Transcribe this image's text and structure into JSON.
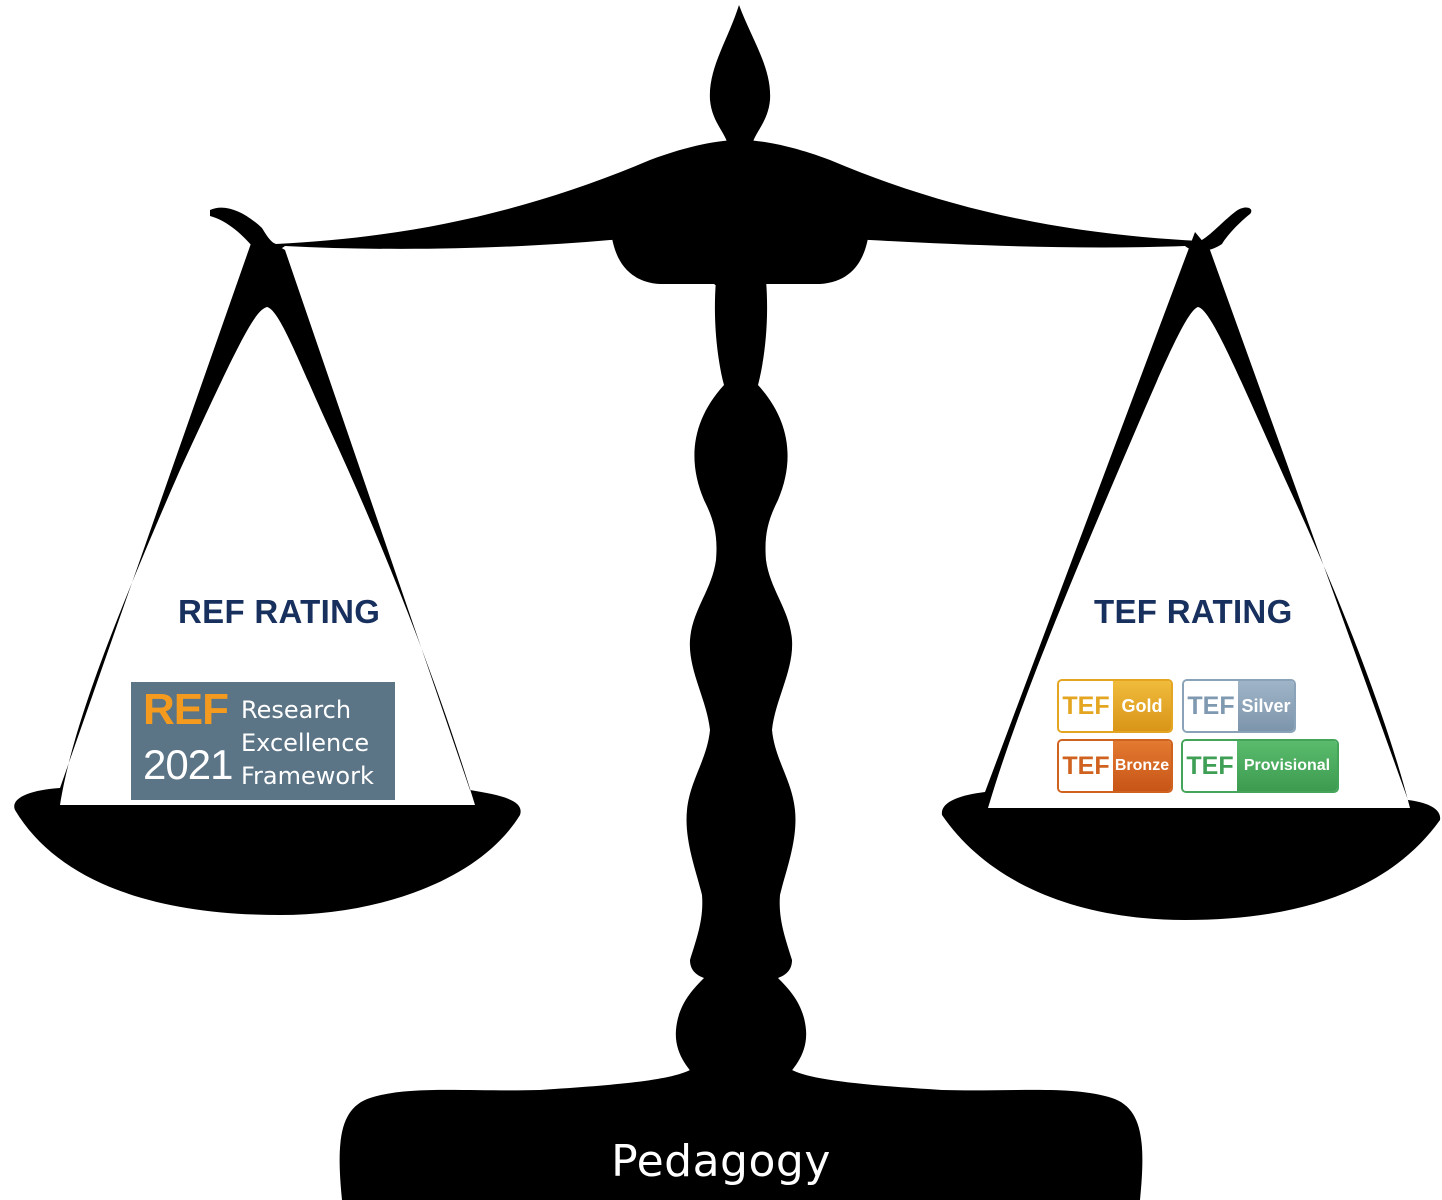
{
  "left_pan": {
    "title": "REF RATING",
    "logo": {
      "acronym": "REF",
      "year": "2021",
      "words": [
        "Research",
        "Excellence",
        "Framework"
      ]
    }
  },
  "right_pan": {
    "title": "TEF RATING",
    "badges": [
      {
        "tef": "TEF",
        "level": "Gold",
        "color": "#e4a520"
      },
      {
        "tef": "TEF",
        "level": "Silver",
        "color": "#8aa3b9"
      },
      {
        "tef": "TEF",
        "level": "Bronze",
        "color": "#d0621f"
      },
      {
        "tef": "TEF",
        "level": "Provisional",
        "color": "#44a55a"
      }
    ]
  },
  "base": {
    "label": "Pedagogy"
  },
  "colors": {
    "silhouette": "#000000",
    "title_text": "#17305e",
    "ref_logo_bg": "#5b7486",
    "ref_logo_accent": "#f39a1f"
  }
}
